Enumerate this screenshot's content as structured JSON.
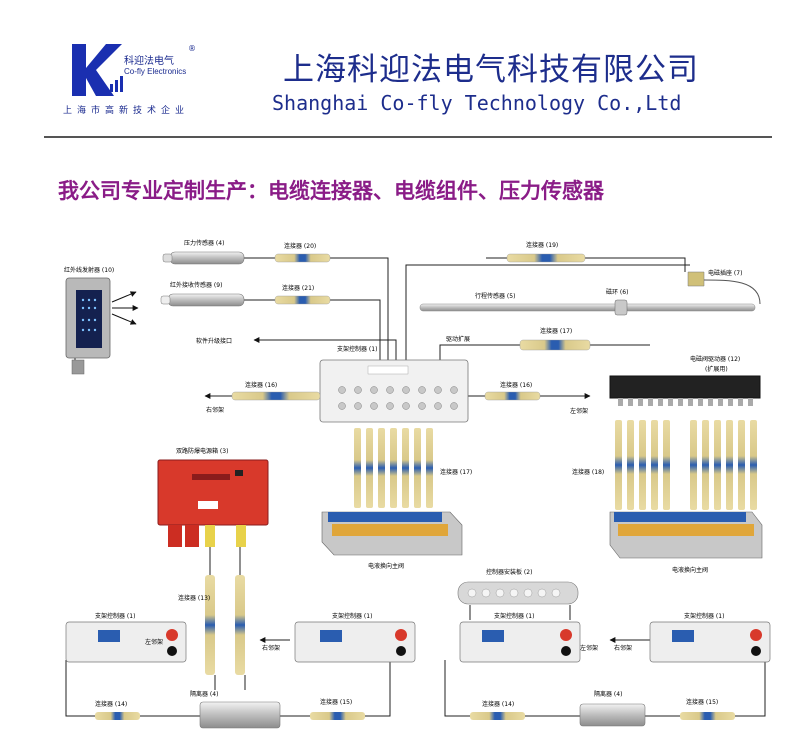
{
  "header": {
    "logo_cn": "科迎法电气",
    "logo_en": "Co-fly Electronics",
    "logo_reg": "®",
    "logo_sub": "上海市高新技术企业",
    "company_cn": "上海科迎法电气科技有限公司",
    "company_en": "Shanghai Co-fly Technology Co.,Ltd"
  },
  "headline": "我公司专业定制生产：电缆连接器、电缆组件、压力传感器",
  "diagram": {
    "labels": {
      "pressure_sensor": "压力传感器 (4)",
      "connector_20": "连接器 (20)",
      "connector_19": "连接器 (19)",
      "ir_emitter": "红外线发射器 (10)",
      "ir_receiver": "红外接收传感器 (9)",
      "connector_21": "连接器 (21)",
      "stroke_sensor": "行程传感器 (5)",
      "ring": "磁环 (6)",
      "valve_plug": "电磁插座 (7)",
      "software_port": "软件升级接口",
      "support_ctrl": "支架控制器 (1)",
      "drive_ext": "驱动扩展",
      "connector_17a": "连接器 (17)",
      "solenoid_driver": "电磁阀驱动器 (12)",
      "ext_use": "(扩展用)",
      "connector_16_left": "连接器 (16)",
      "right_neighbor_top": "右邻架",
      "connector_16_right": "连接器 (16)",
      "left_neighbor_top": "左邻架",
      "power_box": "双路防爆电源箱 (3)",
      "connector_17b": "连接器 (17)",
      "connector_18": "连接器 (18)",
      "valve_main_left": "电液换向主阀",
      "valve_main_right": "电液换向主阀",
      "ctrl_mount": "控制器安装板 (2)",
      "connector_13": "连接器 (13)",
      "ctrl_1": "支架控制器 (1)",
      "ctrl_2": "支架控制器 (1)",
      "ctrl_3": "支架控制器 (1)",
      "ctrl_4": "支架控制器 (1)",
      "left_neighbor_1": "左邻架",
      "right_neighbor_1": "右邻架",
      "left_neighbor_2": "左邻架",
      "right_neighbor_2": "右邻架",
      "connector_14a": "连接器 (14)",
      "isolator_a": "隔离器 (4)",
      "connector_15a": "连接器 (15)",
      "connector_14b": "连接器 (14)",
      "isolator_b": "隔离器 (4)",
      "connector_15b": "连接器 (15)"
    }
  },
  "colors": {
    "brand_blue": "#1d2d8c",
    "headline_purple": "#8a1c87",
    "power_box_red": "#d8392b",
    "connector_blue": "#2a5db0",
    "connector_yellow": "#e8d89a"
  }
}
